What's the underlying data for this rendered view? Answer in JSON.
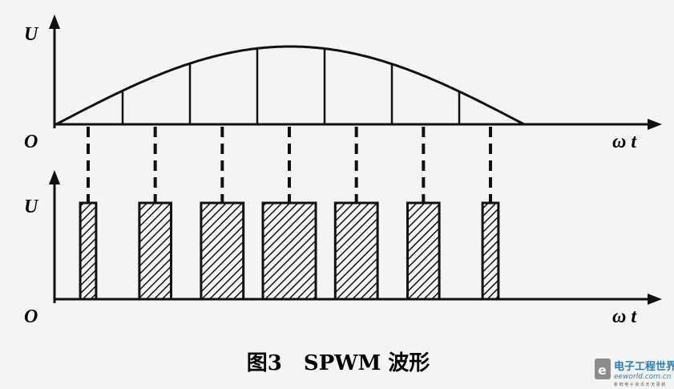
{
  "top_panel": {
    "y_axis_label": "U",
    "origin_label": "O",
    "x_axis_label": "ω t"
  },
  "bottom_panel": {
    "y_axis_label": "U",
    "origin_label": "O",
    "x_axis_label": "ω t"
  },
  "caption": "图3   SPWM 波形",
  "watermark": {
    "brand": "电子工程世界",
    "site": "eeworld.com.cn",
    "slogan": "新 鲜 电 子 资 讯 天 天 更 新"
  },
  "colors": {
    "ink": "#111111",
    "background": "#f4f4f2",
    "watermark": "#2a7fb8"
  },
  "waveform": {
    "type": "half-sine",
    "sample_count": 7,
    "sample_phase_fraction": [
      0.143,
      0.286,
      0.429,
      0.571,
      0.714,
      0.857,
      1.0
    ],
    "pulse_duty_relative": [
      0.3,
      0.6,
      0.8,
      1.0,
      0.8,
      0.6,
      0.3
    ]
  }
}
